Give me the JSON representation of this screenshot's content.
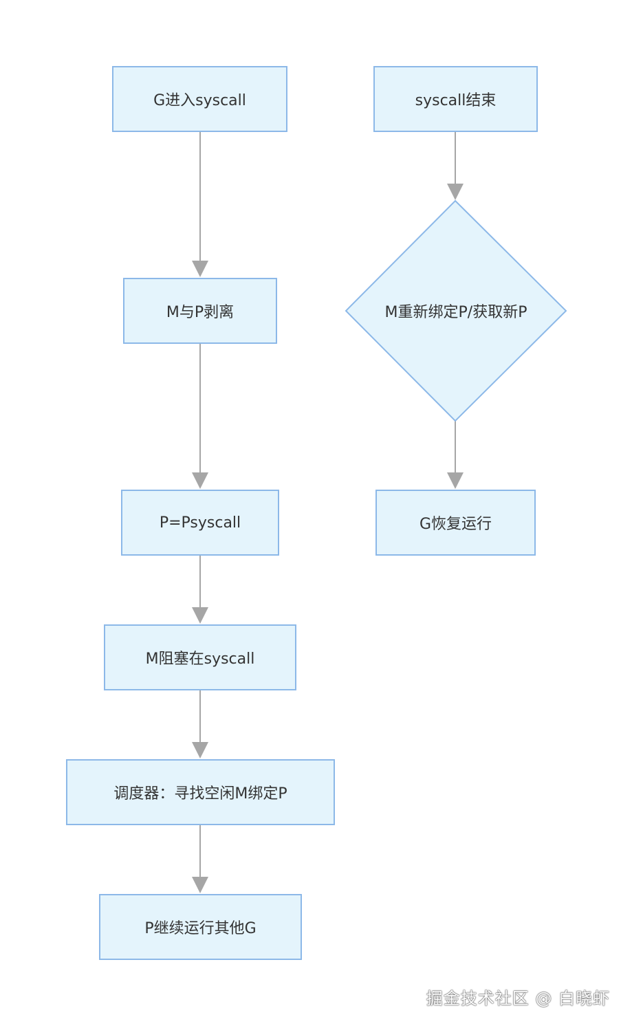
{
  "nodes": {
    "g_enter": "G进入syscall",
    "m_detach": "M与P剥离",
    "p_psyscall": "P=Psyscall",
    "m_block": "M阻塞在syscall",
    "scheduler": "调度器：寻找空闲M绑定P",
    "p_continue": "P继续运行其他G",
    "syscall_end": "syscall结束",
    "m_rebind": "M重新绑定P/获取新P",
    "g_resume": "G恢复运行"
  },
  "watermark": "掘金技术社区 @ 白晓虾",
  "colors": {
    "node_fill": "#e4f4fc",
    "node_stroke": "#8cb8e8",
    "edge": "#a6a6a6",
    "text": "#333333"
  }
}
